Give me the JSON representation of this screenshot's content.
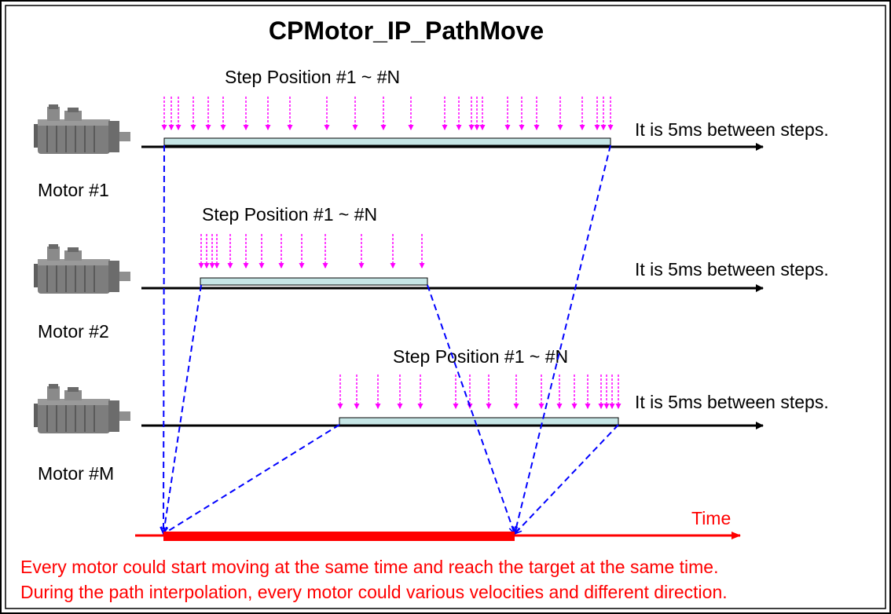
{
  "title": "CPMotor_IP_PathMove",
  "colors": {
    "arrow": "#000000",
    "step_arrow": "#ff00ff",
    "bar_fill": "#c6e6e6",
    "dashed": "#0000ff",
    "timeline": "#ff0000",
    "motor_body": "#7a7a7a"
  },
  "icons": [
    "servo-motor-icon"
  ],
  "motors": [
    {
      "name": "Motor #1",
      "step_label": "Step Position #1 ~ #N",
      "interval_note": "It is 5ms between steps."
    },
    {
      "name": "Motor #2",
      "step_label": "Step Position #1 ~ #N",
      "interval_note": "It is 5ms between steps."
    },
    {
      "name": "Motor #M",
      "step_label": "Step Position #1 ~ #N",
      "interval_note": "It is 5ms between steps."
    }
  ],
  "timeline": {
    "label": "Time"
  },
  "footer": {
    "line1": "Every motor could start moving at the same time and reach the target at the same time.",
    "line2": "During the path interpolation, every motor could various velocities and different direction."
  }
}
